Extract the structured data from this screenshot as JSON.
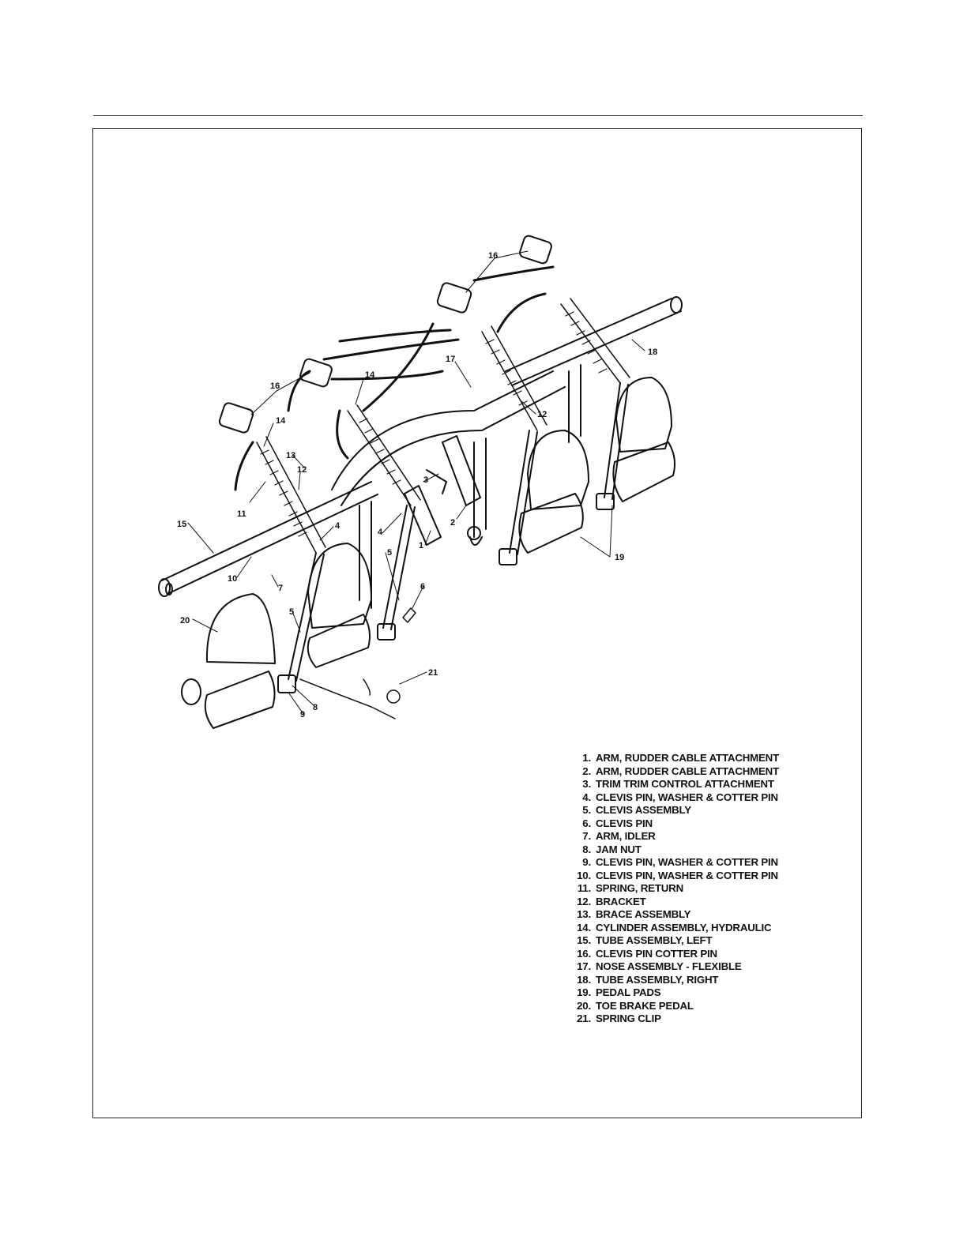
{
  "diagram": {
    "callouts": [
      "1",
      "2",
      "3",
      "4",
      "4",
      "5",
      "5",
      "6",
      "7",
      "8",
      "9",
      "10",
      "11",
      "12",
      "12",
      "13",
      "14",
      "14",
      "15",
      "16",
      "16",
      "17",
      "18",
      "19",
      "20",
      "21"
    ]
  },
  "legend": {
    "items": [
      {
        "num": "1.",
        "label": "ARM, RUDDER CABLE ATTACHMENT"
      },
      {
        "num": "2.",
        "label": "ARM, RUDDER CABLE ATTACHMENT"
      },
      {
        "num": "3.",
        "label": "TRIM TRIM CONTROL ATTACHMENT"
      },
      {
        "num": "4.",
        "label": "CLEVIS PIN, WASHER & COTTER PIN"
      },
      {
        "num": "5.",
        "label": "CLEVIS ASSEMBLY"
      },
      {
        "num": "6.",
        "label": "CLEVIS PIN"
      },
      {
        "num": "7.",
        "label": "ARM, IDLER"
      },
      {
        "num": "8.",
        "label": "JAM NUT"
      },
      {
        "num": "9.",
        "label": "CLEVIS PIN, WASHER & COTTER PIN"
      },
      {
        "num": "10.",
        "label": "CLEVIS PIN, WASHER & COTTER PIN"
      },
      {
        "num": "11.",
        "label": "SPRING, RETURN"
      },
      {
        "num": "12.",
        "label": "BRACKET"
      },
      {
        "num": "13.",
        "label": "BRACE ASSEMBLY"
      },
      {
        "num": "14.",
        "label": "CYLINDER ASSEMBLY, HYDRAULIC"
      },
      {
        "num": "15.",
        "label": "TUBE ASSEMBLY, LEFT"
      },
      {
        "num": "16.",
        "label": "CLEVIS PIN  COTTER PIN"
      },
      {
        "num": "17.",
        "label": "NOSE ASSEMBLY - FLEXIBLE"
      },
      {
        "num": "18.",
        "label": "TUBE ASSEMBLY, RIGHT"
      },
      {
        "num": "19.",
        "label": "PEDAL PADS"
      },
      {
        "num": "20.",
        "label": "TOE BRAKE PEDAL"
      },
      {
        "num": "21.",
        "label": "SPRING CLIP"
      }
    ]
  }
}
